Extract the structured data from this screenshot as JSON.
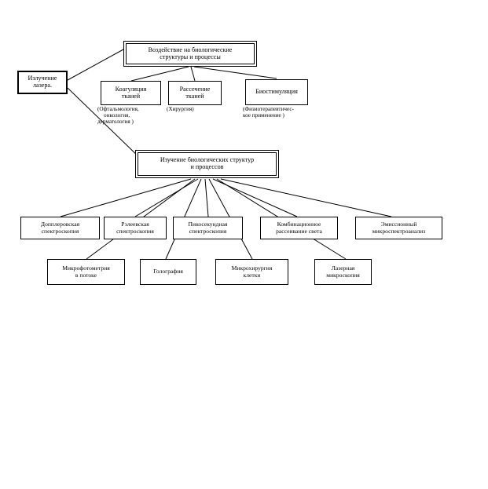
{
  "diagram": {
    "title_text": "",
    "language": "ru",
    "colors": {
      "ink": "#000000",
      "paper": "#ffffff"
    },
    "root": {
      "label": "Излучение лазера."
    },
    "branch_effects": {
      "label": "Воздействие на биологические структуры и процессы"
    },
    "branch_study": {
      "label": "Изучение биологических структур и процессов"
    },
    "effects_children": [
      {
        "label": "Коагуляция тканей",
        "caption": "(Офтальмология, онкология, дерматология  )"
      },
      {
        "label": "Рассечение тканей",
        "caption": "(Хирургия)"
      },
      {
        "label": "Биостимуляция",
        "caption": "(Физиотерапевтичес- кое применение        )"
      }
    ],
    "study_children_row1": [
      {
        "label": "Допплеровская спектроскопия"
      },
      {
        "label": "Рэлеевская спектроскопия"
      },
      {
        "label": "Пикосекундная спектроскопия"
      },
      {
        "label": "Комбинационное рассеивание света"
      },
      {
        "label": "Эмиссионный микроспектроанализ"
      }
    ],
    "study_children_row2": [
      {
        "label": "Микрофотометрия в потоке"
      },
      {
        "label": "Голография"
      },
      {
        "label": "Микрохирургия клетки"
      },
      {
        "label": "Лазерная микроскопия"
      }
    ]
  },
  "captions": {
    "coagulation_line1": "(Офтальмология,",
    "coagulation_line2": "онкология,",
    "coagulation_line3": "дерматология   )",
    "dissection_line1": "(Хирургия)",
    "biostim_line1": "(Физиотерапевтичес-",
    "biostim_line2": "кое применение        )"
  },
  "labels": {
    "root": "Излучение лазера.",
    "effects_l1": "Воздействие на биологические",
    "effects_l2": "структуры и процессы",
    "study_l1": "Изучение биологических структур",
    "study_l2": "и процессов",
    "coag_l1": "Коагуляция",
    "coag_l2": "тканей",
    "diss_l1": "Рассечение",
    "diss_l2": "тканей",
    "bios_l1": "Биостимуляция",
    "dop_l1": "Допплеровская",
    "dop_l2": "спектроскопия",
    "ray_l1": "Рэлеевская",
    "ray_l2": "спектроскопия",
    "pico_l1": "Пикосекундная",
    "pico_l2": "спектроскопия",
    "comb_l1": "Комбинационное",
    "comb_l2": "рассеивание света",
    "emis_l1": "Эмиссионный",
    "emis_l2": "микроспектроанализ",
    "micro_l1": "Микрофотометрия",
    "micro_l2": "в потоке",
    "holo_l1": "Голография",
    "surg_l1": "Микрохирургия",
    "surg_l2": "клетки",
    "lasmic_l1": "Лазерная",
    "lasmic_l2": "микроскопия"
  }
}
